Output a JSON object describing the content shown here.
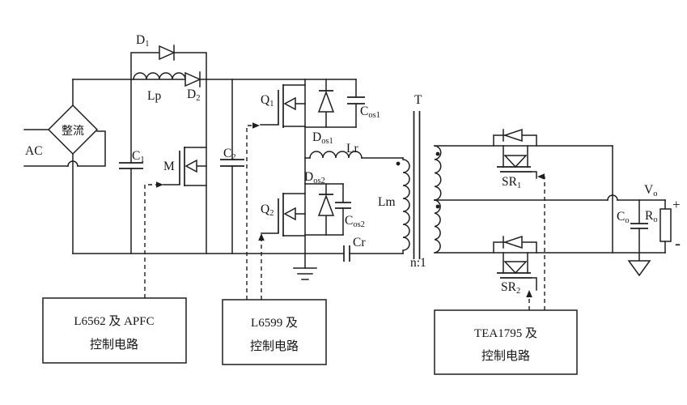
{
  "diagram": {
    "title_hint": "AC-DC converter schematic: PFC stage + LLC half-bridge + synchronous rectification",
    "colors": {
      "line": "#1e1e1e",
      "background": "#ffffff"
    },
    "source": {
      "ac_label": "AC",
      "rectifier_label": "整流"
    },
    "labels": {
      "d1": {
        "main": "D",
        "sub": "1"
      },
      "d2": {
        "main": "D",
        "sub": "2"
      },
      "lp": "Lp",
      "c1": {
        "main": "C",
        "sub": "1"
      },
      "c2": {
        "main": "C",
        "sub": "2"
      },
      "m": "M",
      "q1": {
        "main": "Q",
        "sub": "1"
      },
      "q2": {
        "main": "Q",
        "sub": "2"
      },
      "dos1": {
        "main": "D",
        "sub": "os1"
      },
      "cos1": {
        "main": "C",
        "sub": "os1"
      },
      "dos2": {
        "main": "D",
        "sub": "os2"
      },
      "cos2": {
        "main": "C",
        "sub": "os2"
      },
      "lr": "Lr",
      "lm": "Lm",
      "cr": "Cr",
      "t": "T",
      "turns_ratio": "n:1",
      "sr1": {
        "main": "SR",
        "sub": "1"
      },
      "sr2": {
        "main": "SR",
        "sub": "2"
      },
      "vo": {
        "main": "V",
        "sub": "o"
      },
      "co": {
        "main": "C",
        "sub": "o"
      },
      "ro": {
        "main": "R",
        "sub": "o"
      },
      "plus": "+",
      "minus": "-"
    },
    "control_boxes": [
      {
        "line1": "L6562 及 APFC",
        "line2": "控制电路"
      },
      {
        "line1": "L6599 及",
        "line2": "控制电路"
      },
      {
        "line1": "TEA1795 及",
        "line2": "控制电路"
      }
    ]
  }
}
